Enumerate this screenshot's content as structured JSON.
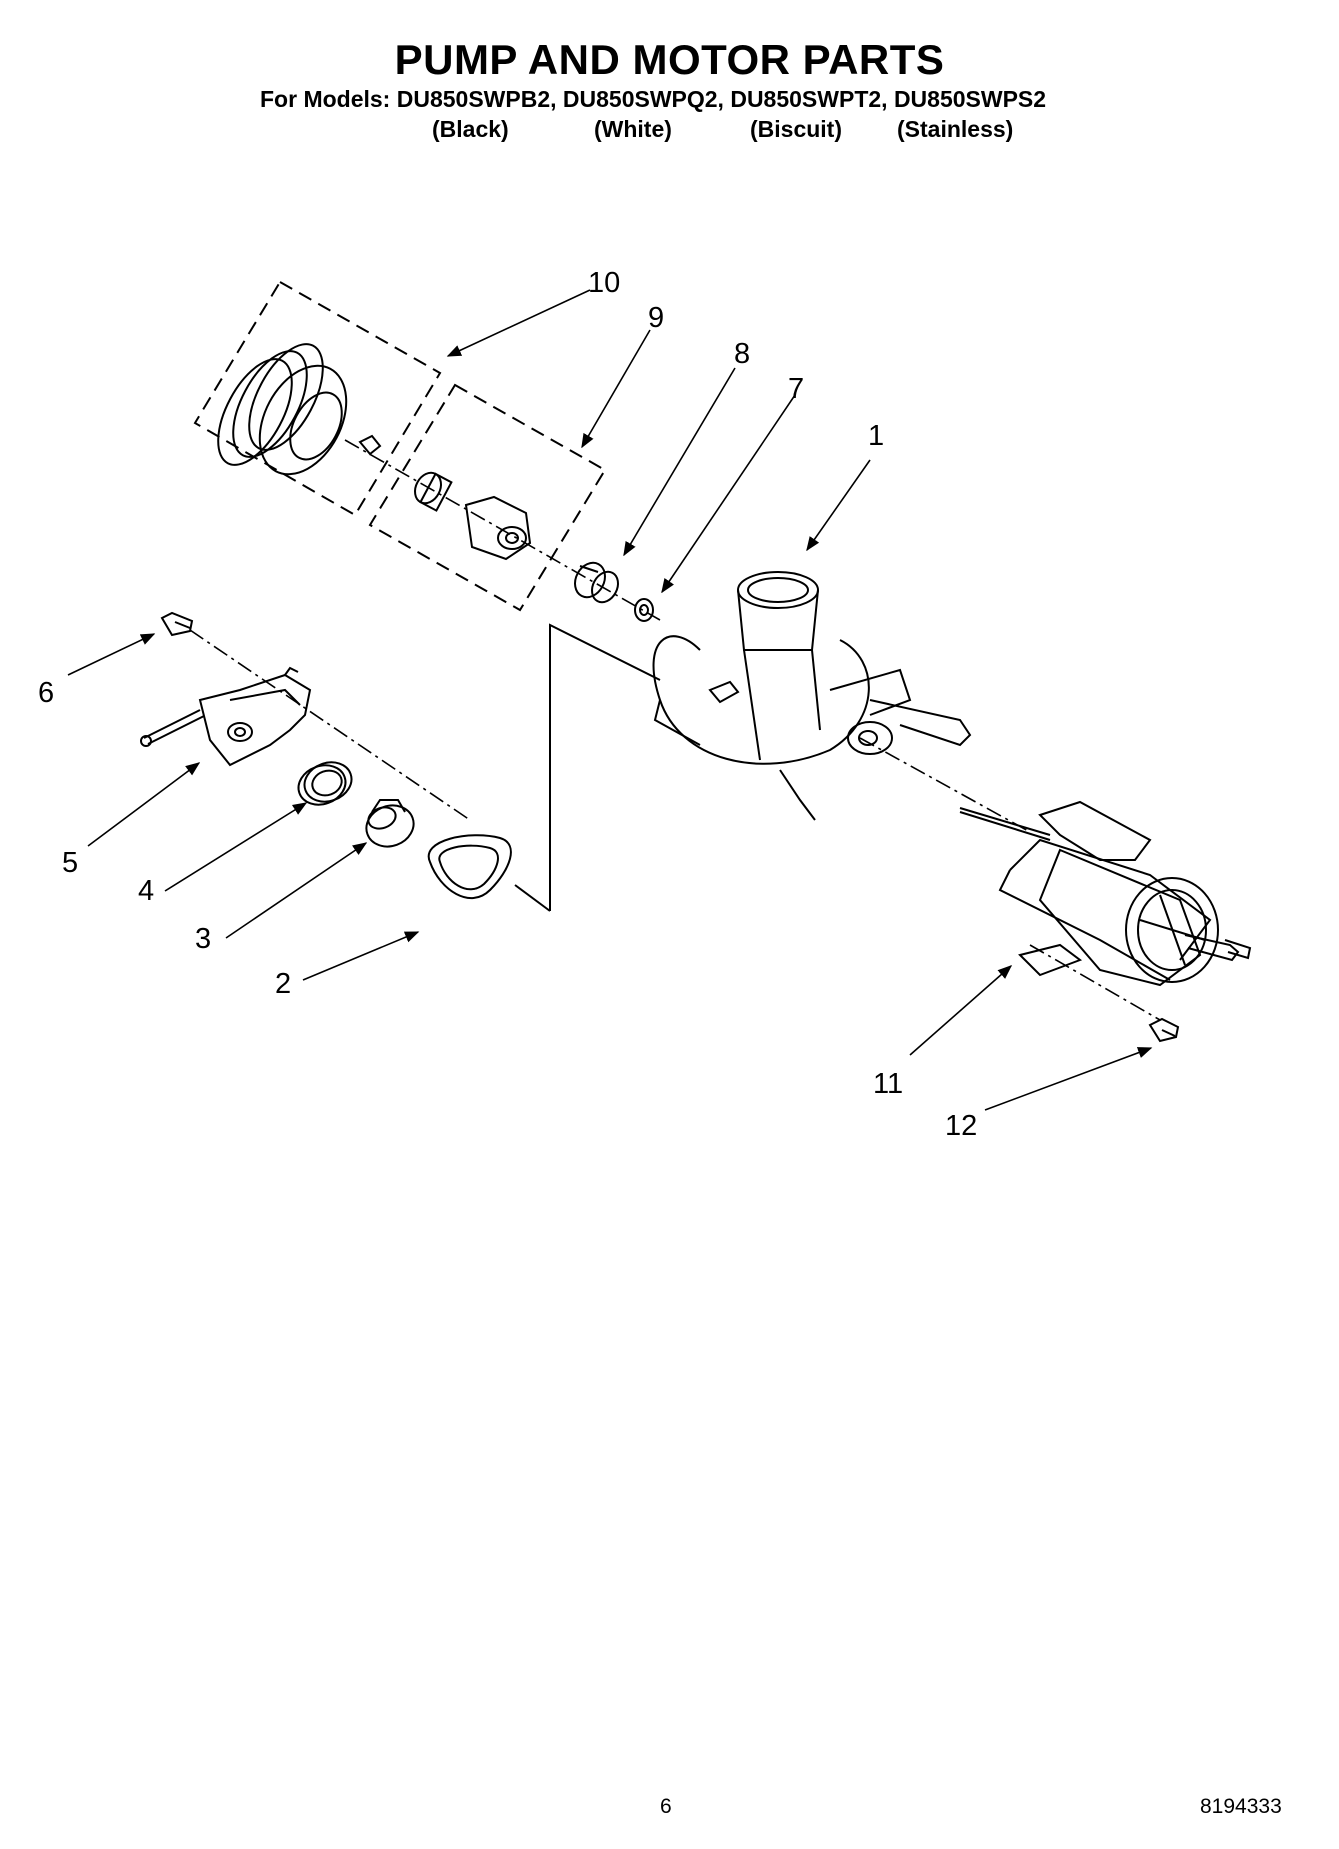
{
  "header": {
    "title": "PUMP AND MOTOR PARTS",
    "models_line": "For Models: DU850SWPB2, DU850SWPQ2, DU850SWPT2, DU850SWPS2",
    "colors": [
      "(Black)",
      "(White)",
      "(Biscuit)",
      "(Stainless)"
    ]
  },
  "callouts": [
    "1",
    "2",
    "3",
    "4",
    "5",
    "6",
    "7",
    "8",
    "9",
    "10",
    "11",
    "12"
  ],
  "footer": {
    "page_number": "6",
    "doc_number": "8194333"
  }
}
